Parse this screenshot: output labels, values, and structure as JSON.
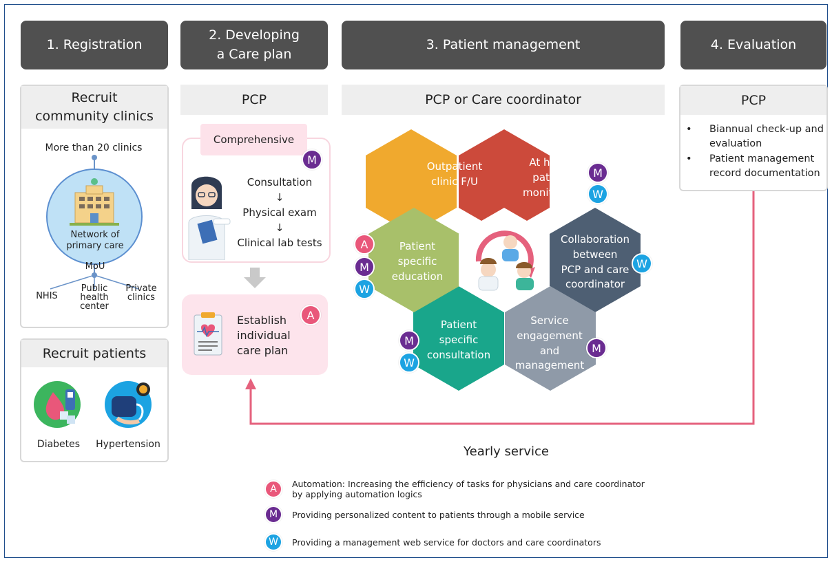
{
  "steps": {
    "s1": "1. Registration",
    "s2_line1": "2. Developing",
    "s2_line2": "a Care plan",
    "s3": "3. Patient management",
    "s4": "4. Evaluation"
  },
  "col1": {
    "recruit_clinics_line1": "Recruit",
    "recruit_clinics_line2": "community clinics",
    "clinics_count": "More than 20 clinics",
    "network_line1": "Network of",
    "network_line2": "primary care",
    "mou": "MoU",
    "nhis": "NHIS",
    "public_line1": "Public",
    "public_line2": "health",
    "public_line3": "center",
    "private_line1": "Private",
    "private_line2": "clinics",
    "recruit_patients": "Recruit patients",
    "diabetes": "Diabetes",
    "hypertension": "Hypertension"
  },
  "col2": {
    "header": "PCP",
    "comprehensive": "Comprehensive",
    "consultation": "Consultation",
    "arrow1": "↓",
    "physical_exam": "Physical exam",
    "arrow2": "↓",
    "lab_tests": "Clinical lab tests",
    "establish_line1": "Establish",
    "establish_line2": "individual",
    "establish_line3": "care plan"
  },
  "col3": {
    "header": "PCP or Care coordinator",
    "hex_outpatient_1": "Outpatient",
    "hex_outpatient_2": "clinic F/U",
    "hex_home_1": "At home",
    "hex_home_2": "patient",
    "hex_home_3": "monitoring",
    "hex_collab_1": "Collaboration",
    "hex_collab_2": "between",
    "hex_collab_3": "PCP and care",
    "hex_collab_4": "coordinator",
    "hex_service_1": "Service",
    "hex_service_2": "engagement",
    "hex_service_3": "and",
    "hex_service_4": "management",
    "hex_consult_1": "Patient",
    "hex_consult_2": "specific",
    "hex_consult_3": "consultation",
    "hex_edu_1": "Patient",
    "hex_edu_2": "specific",
    "hex_edu_3": "education"
  },
  "col4": {
    "header": "PCP",
    "bullet1_line1": "Biannual check-up and",
    "bullet1_line2": "evaluation",
    "bullet2_line1": "Patient management",
    "bullet2_line2": "record documentation",
    "bullet_mark": "•"
  },
  "yearly": "Yearly service",
  "badges": {
    "a": "A",
    "m": "M",
    "w": "W"
  },
  "legend": {
    "a_line1": "Automation: Increasing the efficiency of tasks for physicians and care coordinator",
    "a_line2": "by applying automation logics",
    "m": "Providing personalized content to patients through a mobile service",
    "w": "Providing a management web service for doctors and care coordinators"
  },
  "colors": {
    "hex_outpatient": "#f0a92e",
    "hex_home": "#cc4a3b",
    "hex_collab": "#4e5f73",
    "hex_service": "#8f9aa8",
    "hex_consult": "#19a68b",
    "hex_edu": "#a8c06a",
    "badge_a": "#e9577a",
    "badge_m": "#6a2c91",
    "badge_w": "#1ca3e2",
    "loop_arrow": "#e5617d"
  }
}
